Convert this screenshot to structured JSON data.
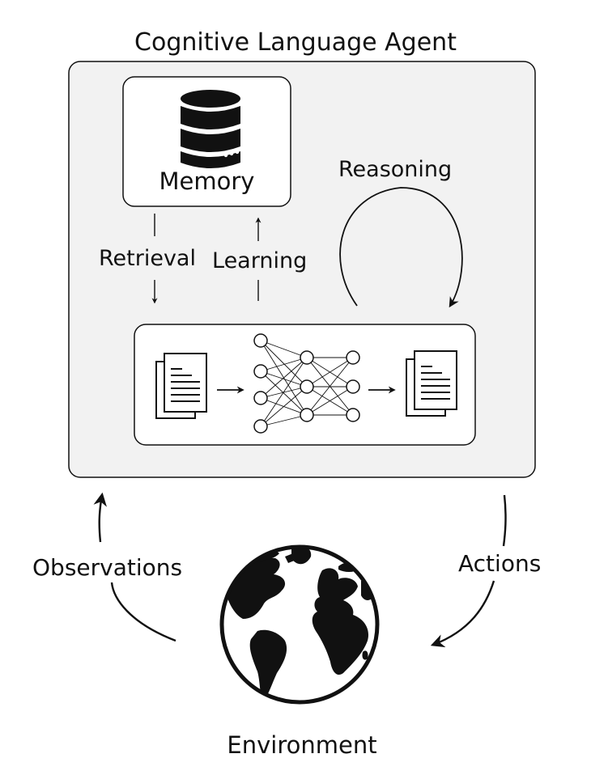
{
  "title": "Cognitive Language Agent",
  "memory": {
    "label": "Memory",
    "icon": "database-icon"
  },
  "edges": {
    "retrieval": "Retrieval",
    "learning": "Learning",
    "reasoning": "Reasoning",
    "observations": "Observations",
    "actions": "Actions"
  },
  "environment": {
    "label": "Environment",
    "icon": "globe-icon"
  },
  "pipeline": {
    "input_icon": "document-icon",
    "model_icon": "neural-network-icon",
    "output_icon": "document-icon"
  },
  "colors": {
    "agent_fill": "#f2f2f2",
    "stroke": "#111111",
    "box_fill": "#ffffff"
  }
}
